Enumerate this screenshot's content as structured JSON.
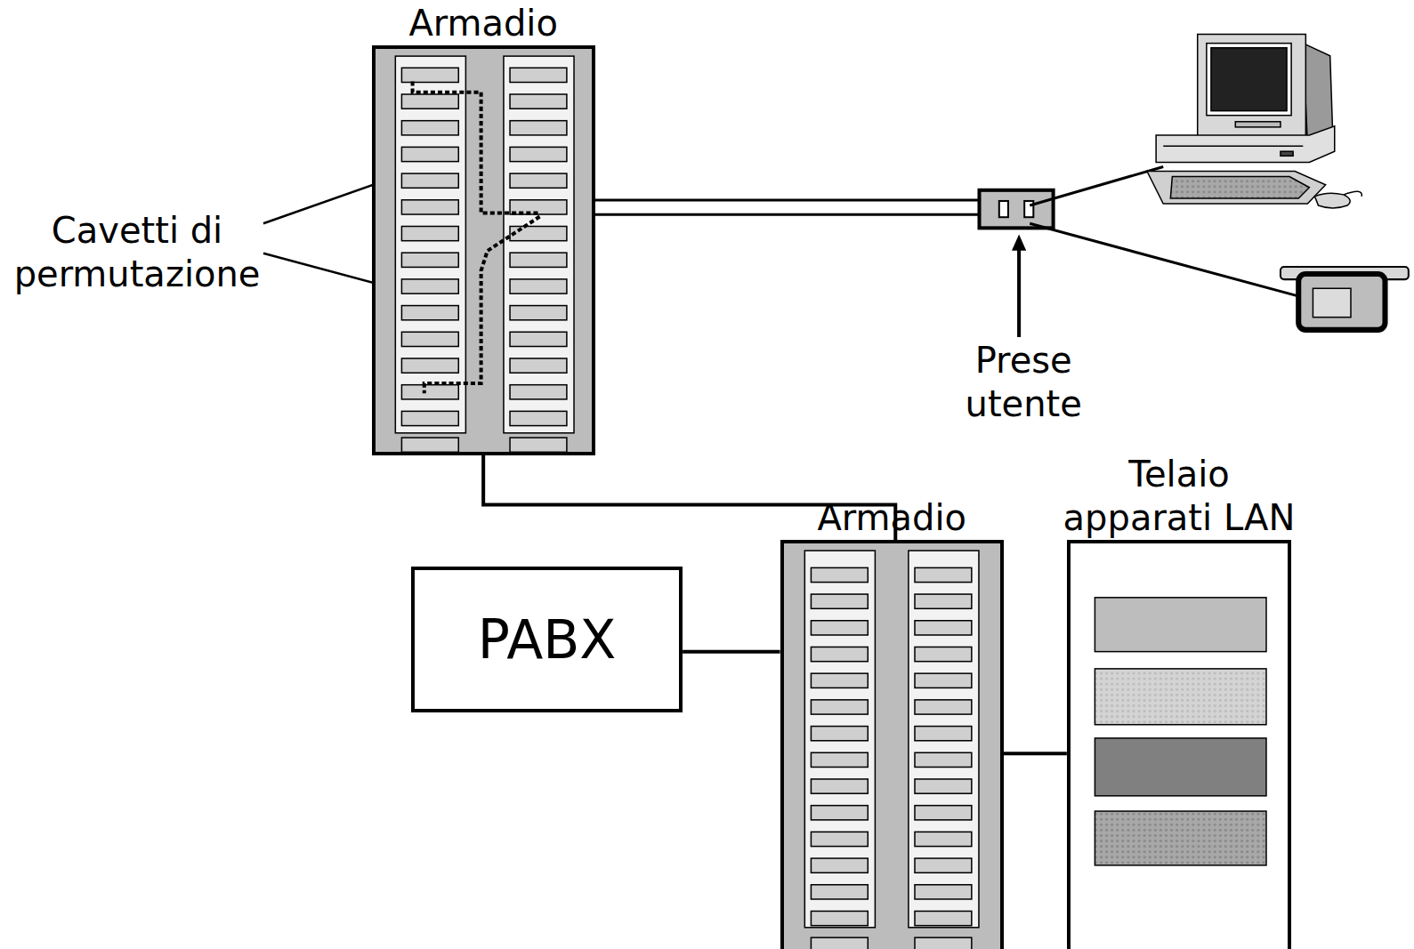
{
  "diagram": {
    "nodes": [
      {
        "text": [
          "Armadio"
        ]
      },
      {
        "text": [
          "Armadio"
        ]
      },
      {
        "text": [
          "PABX"
        ]
      },
      {
        "text": [
          "Telaio apparati LAN"
        ]
      }
    ],
    "edges": [
      {
        "from": 0,
        "to": 1,
        "arrow": "none"
      },
      {
        "from": 2,
        "to": 1,
        "arrow": "none"
      },
      {
        "from": 1,
        "to": 3,
        "arrow": "none"
      }
    ],
    "labels": [
      "Cavetti di permutazione",
      "Prese utente"
    ]
  }
}
